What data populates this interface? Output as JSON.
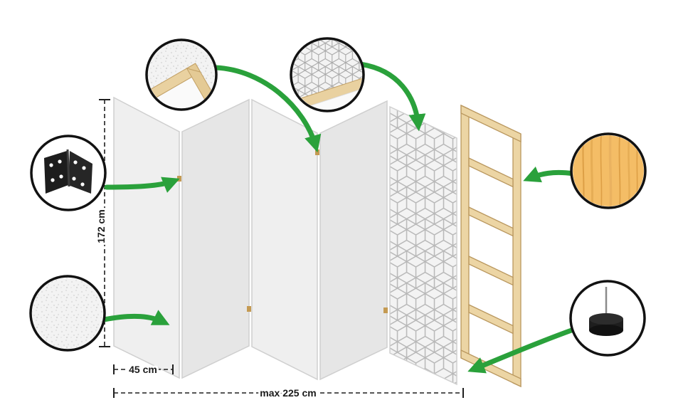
{
  "diagram": {
    "dimensions": {
      "height_label": "172 cm",
      "panel_width_label": "45 cm",
      "max_width_label": "max 225 cm"
    },
    "panel_count": 5,
    "callouts": [
      {
        "icon": "hinge-icon"
      },
      {
        "icon": "frame-corner-icon"
      },
      {
        "icon": "pattern-corner-icon"
      },
      {
        "icon": "wood-texture-icon"
      },
      {
        "icon": "fabric-texture-icon"
      },
      {
        "icon": "floor-pad-icon"
      }
    ]
  },
  "colors": {
    "arrow_green": "#2aa13b",
    "panel_light": "#efefef",
    "panel_dark": "#e6e6e6",
    "pattern_line": "#b8b8b8",
    "wood_fill": "#ecd5a4",
    "wood_stroke": "#b9975e",
    "wood_texture": "#f4bd66",
    "outline": "#121212"
  }
}
